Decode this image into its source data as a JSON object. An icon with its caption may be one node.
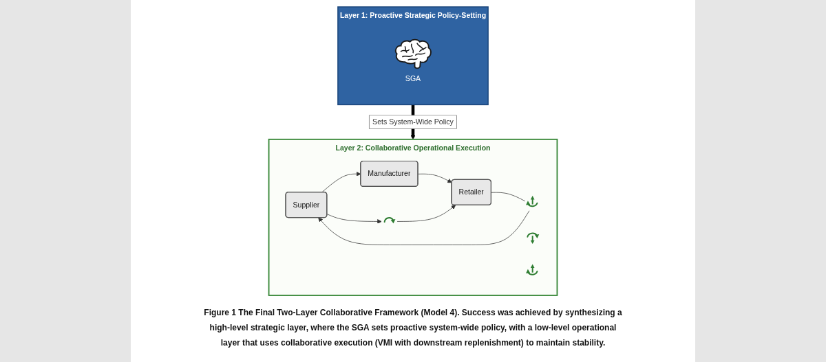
{
  "diagram": {
    "caption": "Figure 1 The Final Two-Layer Collaborative Framework (Model 4). Success was achieved by synthesizing a high-level strategic layer, where the SGA sets proactive system-wide policy, with a low-level operational layer that uses collaborative execution (VMI with downstream replenishment) to maintain stability.",
    "nodes": [
      {
        "text": [
          "Layer 1: Proactive Strategic Policy-Setting"
        ]
      },
      {
        "text": [
          "SGA"
        ],
        "in": 0
      },
      {
        "text": [
          "Layer 2: Collaborative Operational Execution"
        ]
      },
      {
        "text": [],
        "shape": "picture",
        "in": 2
      },
      {
        "text": [],
        "shape": "picture",
        "in": 2
      },
      {
        "text": [
          "Supplier"
        ],
        "in": 2
      },
      {
        "text": [
          "Manufacturer"
        ],
        "in": 2
      },
      {
        "text": [
          "Retailer"
        ],
        "in": 2
      },
      {
        "text": [],
        "shape": "picture",
        "in": 2
      },
      {
        "text": [],
        "shape": "picture",
        "in": 2
      }
    ],
    "edges": [
      {
        "from": 0,
        "to": 2,
        "arrow": "to",
        "label": "Sets System-Wide Policy",
        "style": "thick"
      },
      {
        "from": 5,
        "to": 6,
        "arrow": "to"
      },
      {
        "from": 6,
        "to": 7,
        "arrow": "to"
      },
      {
        "from": 5,
        "to": 3,
        "arrow": "to"
      },
      {
        "from": 3,
        "to": 7,
        "arrow": "to"
      },
      {
        "from": 7,
        "to": 8,
        "arrow": "none"
      },
      {
        "from": 8,
        "to": 5,
        "arrow": "to"
      }
    ]
  }
}
